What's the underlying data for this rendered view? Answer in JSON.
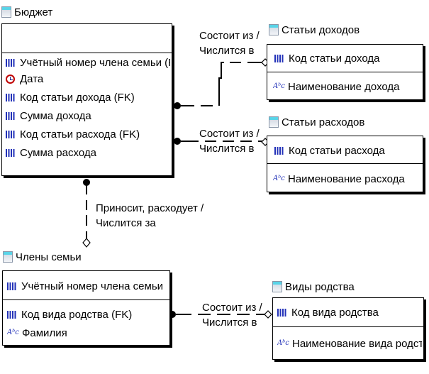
{
  "entities": {
    "budget": {
      "title": "Бюджет",
      "rows": [
        {
          "icon": "key-icon",
          "text": "Учётный номер члена семьи (FK)"
        },
        {
          "icon": "date-icon",
          "text": "Дата"
        },
        {
          "icon": "key-icon",
          "text": "Код статьи дохода (FK)"
        },
        {
          "icon": "key-icon",
          "text": "Сумма дохода"
        },
        {
          "icon": "key-icon",
          "text": "Код статьи расхода (FK)"
        },
        {
          "icon": "key-icon",
          "text": "Сумма расхода"
        }
      ]
    },
    "income_items": {
      "title": "Статьи доходов",
      "key_rows": [
        {
          "icon": "key-icon",
          "text": "Код статьи дохода"
        }
      ],
      "attr_rows": [
        {
          "icon": "text-attribute-icon",
          "text": "Наименование дохода"
        }
      ]
    },
    "expense_items": {
      "title": "Статьи расходов",
      "key_rows": [
        {
          "icon": "key-icon",
          "text": "Код статьи расхода"
        }
      ],
      "attr_rows": [
        {
          "icon": "text-attribute-icon",
          "text": "Наименование расхода"
        }
      ]
    },
    "family_members": {
      "title": "Члены семьи",
      "key_rows": [
        {
          "icon": "key-icon",
          "text": "Учётный номер члена семьи"
        }
      ],
      "attr_rows": [
        {
          "icon": "key-icon",
          "text": "Код вида родства (FK)"
        },
        {
          "icon": "text-attribute-icon",
          "text": "Фамилия"
        }
      ]
    },
    "kinship_types": {
      "title": "Виды родства",
      "key_rows": [
        {
          "icon": "key-icon",
          "text": "Код вида родства"
        }
      ],
      "attr_rows": [
        {
          "icon": "text-attribute-icon",
          "text": "Наименование вида родства"
        }
      ]
    }
  },
  "relationships": {
    "budget_income": {
      "line1": "Состоит из /",
      "line2": "Числится в"
    },
    "budget_expense": {
      "line1": "Состоит из /",
      "line2": "Числится в"
    },
    "budget_members": {
      "line1": "Приносит, расходует /",
      "line2": "Числится за"
    },
    "members_kinship": {
      "line1": "Состоит из /",
      "line2": "Числится в"
    }
  },
  "icon_glyphs": {
    "text_attribute": "Aᵇc"
  },
  "colors": {
    "key_icon": "#2231b8",
    "date_icon_ring": "#c00000",
    "entity_icon_top": "#59d4e8"
  }
}
